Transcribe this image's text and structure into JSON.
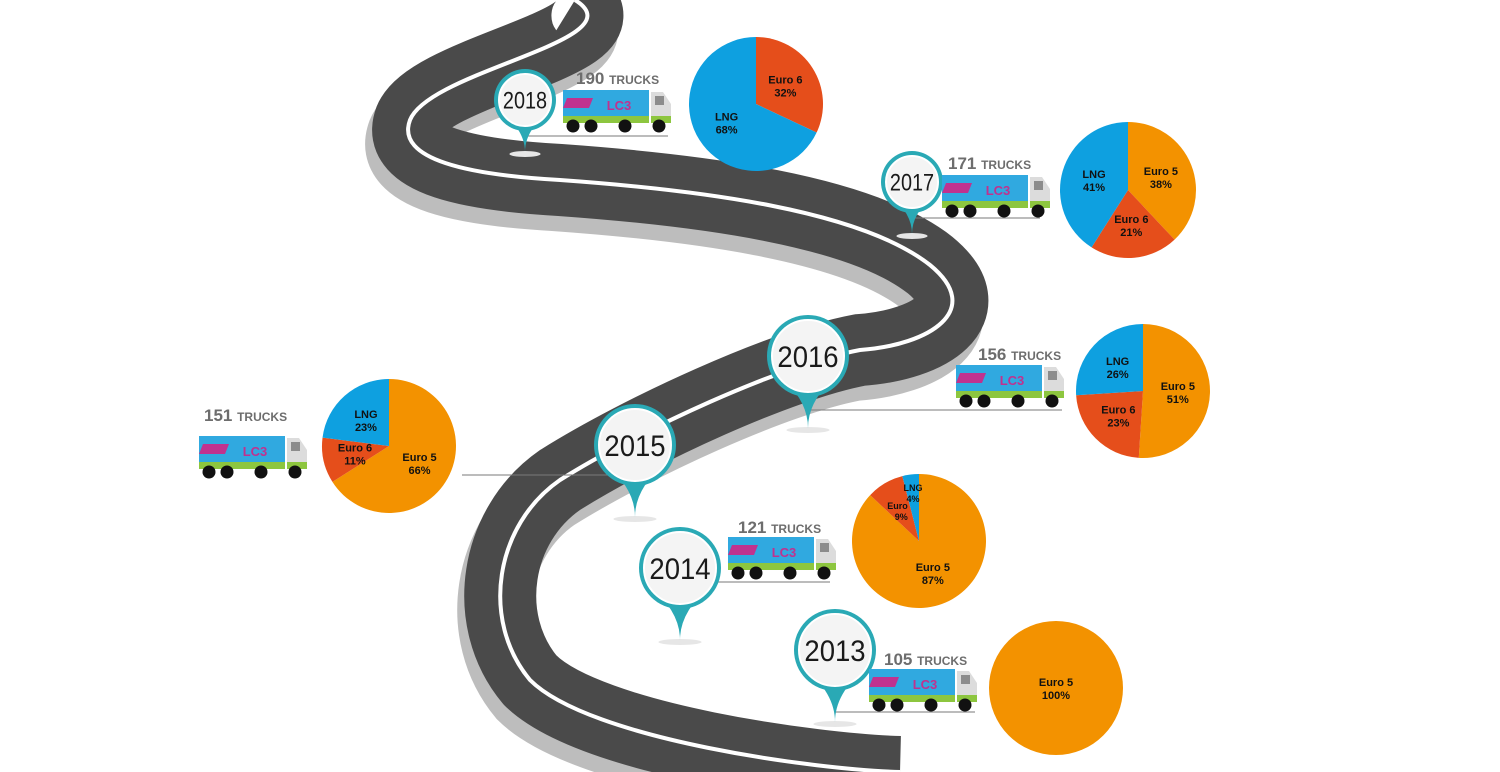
{
  "colors": {
    "road": "#4a4a4a",
    "road_shadow": "#bdbdbd",
    "road_line": "#ffffff",
    "pin": "#2aa9b5",
    "lng": "#0ea0e0",
    "euro6": "#e54e1b",
    "euro5": "#f39200",
    "count_text": "#6d6d6d",
    "truck_box": "#30a9e0",
    "truck_cab": "#dcdcdc",
    "truck_stripe": "#8dc63f",
    "truck_logo": "#c0328f"
  },
  "trucks_suffix": "TRUCKS",
  "truck_logo_text": "LC3",
  "chart_data": [
    {
      "type": "pie",
      "year": "2018",
      "count": "190",
      "slices": [
        {
          "label": "Euro 6",
          "value": 32
        },
        {
          "label": "LNG",
          "value": 68
        }
      ]
    },
    {
      "type": "pie",
      "year": "2017",
      "count": "171",
      "slices": [
        {
          "label": "Euro 5",
          "value": 38
        },
        {
          "label": "Euro 6",
          "value": 21
        },
        {
          "label": "LNG",
          "value": 41
        }
      ]
    },
    {
      "type": "pie",
      "year": "2016",
      "count": "156",
      "slices": [
        {
          "label": "Euro 5",
          "value": 51
        },
        {
          "label": "Euro 6",
          "value": 23
        },
        {
          "label": "LNG",
          "value": 26
        }
      ]
    },
    {
      "type": "pie",
      "year": "2015",
      "count": "151",
      "slices": [
        {
          "label": "Euro 5",
          "value": 66
        },
        {
          "label": "Euro 6",
          "value": 11
        },
        {
          "label": "LNG",
          "value": 23
        }
      ]
    },
    {
      "type": "pie",
      "year": "2014",
      "count": "121",
      "slices": [
        {
          "label": "Euro 5",
          "value": 87
        },
        {
          "label": "Euro 6",
          "value": 9
        },
        {
          "label": "LNG",
          "value": 4
        }
      ]
    },
    {
      "type": "pie",
      "year": "2013",
      "count": "105",
      "slices": [
        {
          "label": "Euro 5",
          "value": 100
        }
      ]
    }
  ]
}
